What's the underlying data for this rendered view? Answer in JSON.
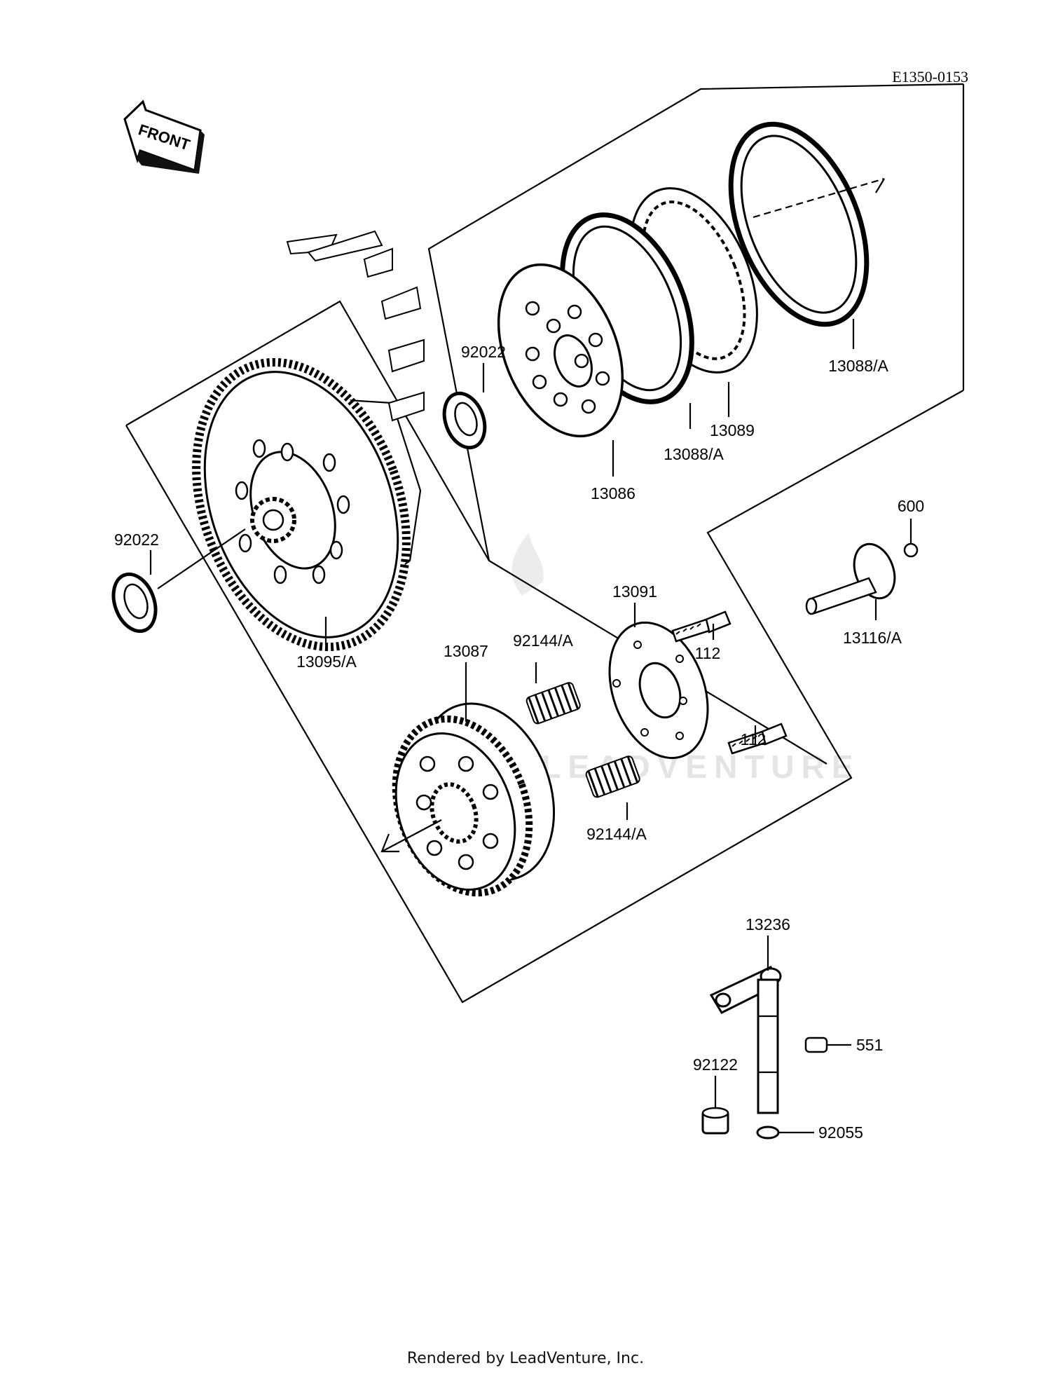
{
  "diagram_ref": "E1350-0153",
  "front_label": "FRONT",
  "watermark": "LEADVENTURE",
  "footer": "Rendered by LeadVenture, Inc.",
  "parts": {
    "p92022_upper": "92022",
    "p92022_lower": "92022",
    "p13086": "13086",
    "p13088_front": "13088/A",
    "p13089": "13089",
    "p13088_rear": "13088/A",
    "p13095": "13095/A",
    "p13087": "13087",
    "p92144_upper": "92144/A",
    "p92144_lower": "92144/A",
    "p13091": "13091",
    "p112_upper": "112",
    "p112_lower": "112",
    "p600": "600",
    "p13116": "13116/A",
    "p13236": "13236",
    "p551": "551",
    "p92122": "92122",
    "p92055": "92055"
  }
}
